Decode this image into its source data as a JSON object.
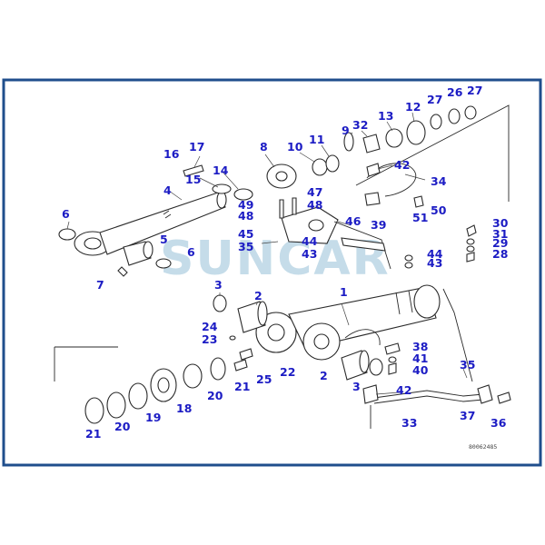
{
  "watermark": "SUNCAR",
  "drawing_code": "80062485",
  "colors": {
    "frame": "#1f4e8c",
    "callout": "#1c1cc4",
    "watermark": "#7fb3cf"
  },
  "callouts": [
    "1",
    "2",
    "3",
    "4",
    "5",
    "6",
    "7",
    "8",
    "9",
    "10",
    "11",
    "12",
    "13",
    "14",
    "15",
    "16",
    "17",
    "18",
    "19",
    "20",
    "21",
    "22",
    "23",
    "24",
    "25",
    "26",
    "27",
    "28",
    "29",
    "30",
    "31",
    "32",
    "33",
    "34",
    "35",
    "36",
    "37",
    "38",
    "39",
    "40",
    "41",
    "42",
    "43",
    "44",
    "45",
    "46",
    "47",
    "48",
    "49",
    "50",
    "51"
  ]
}
